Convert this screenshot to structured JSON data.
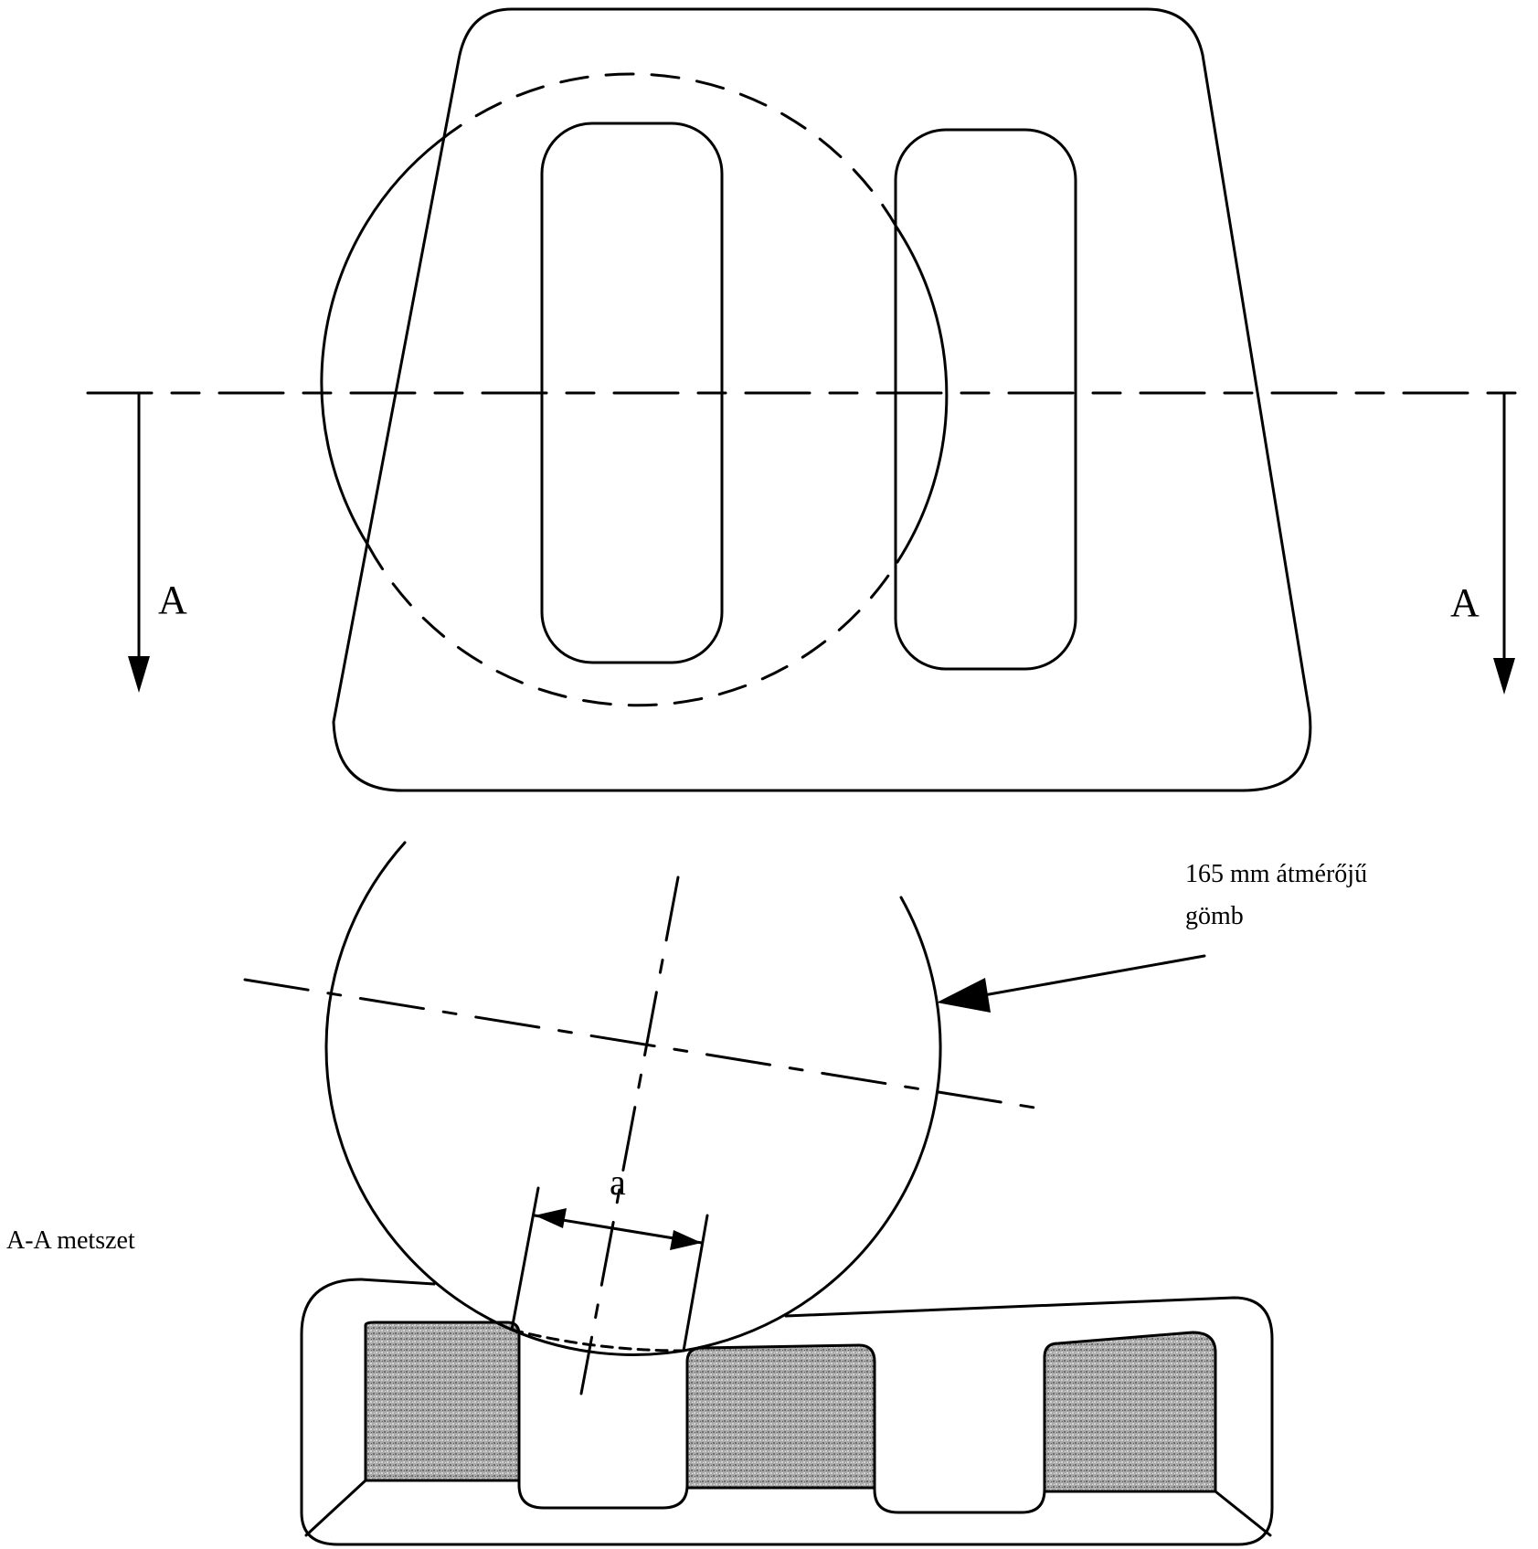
{
  "top_view": {
    "section_letter_left": "A",
    "section_letter_right": "A"
  },
  "section_view": {
    "title": "A-A metszet",
    "dimension_label": "a",
    "sphere_note_line1": "165 mm átmérőjű",
    "sphere_note_line2": "gömb"
  },
  "colors": {
    "ink": "#000000",
    "background": "#ffffff",
    "shading": "#a8a8a8"
  }
}
